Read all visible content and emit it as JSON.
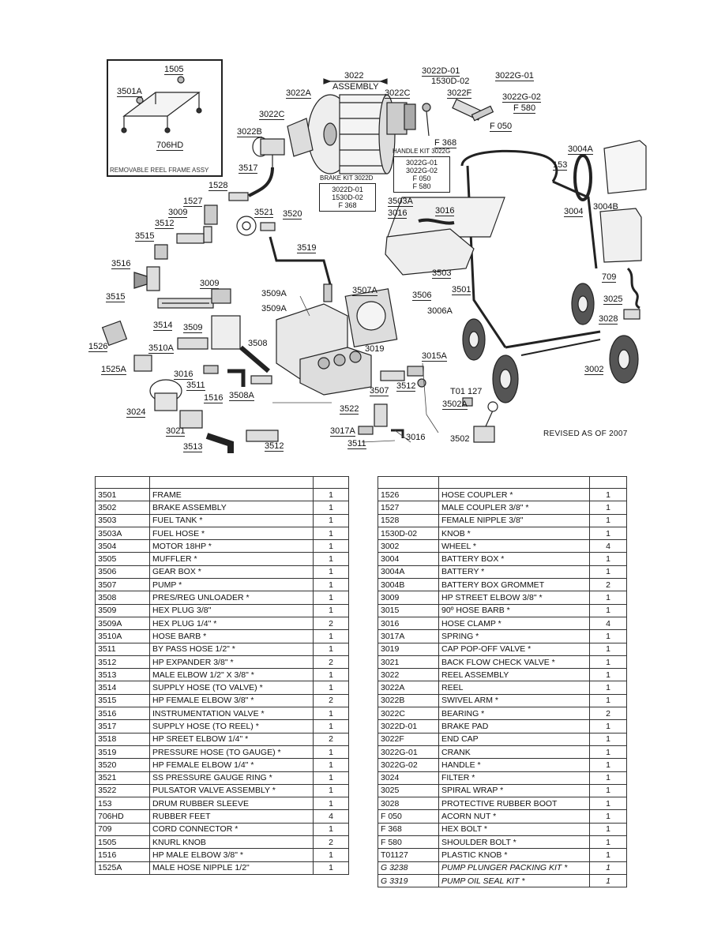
{
  "diagram": {
    "callouts": {
      "c1505": "1505",
      "c3501A": "3501A",
      "c706HD": "706HD",
      "c3022": "3022",
      "c3022asm": "ASSEMBLY",
      "c3022A": "3022A",
      "c3022C_top": "3022C",
      "c3022D01": "3022D-01",
      "c1530D02": "1530D-02",
      "c3022F": "3022F",
      "c3022G01": "3022G-01",
      "c3022G02": "3022G-02",
      "cF580": "F 580",
      "cF050": "F 050",
      "cF368": "F 368",
      "c3022C": "3022C",
      "c3022B": "3022B",
      "c3517": "3517",
      "c1528": "1528",
      "c1527": "1527",
      "c3009a": "3009",
      "c3512a": "3512",
      "c3515a": "3515",
      "c3521": "3521",
      "c3520": "3520",
      "c3519": "3519",
      "c3516": "3516",
      "c3503A": "3503A",
      "c3016a": "3016",
      "c3016b": "3016",
      "c3503": "3503",
      "c3004A": "3004A",
      "c153": "153",
      "c3004": "3004",
      "c3004B": "3004B",
      "c3009b": "3009",
      "c3509A1": "3509A",
      "c3509A2": "3509A",
      "c3507A": "3507A",
      "c3506": "3506",
      "c3006A": "3006A",
      "c3515b": "3515",
      "c3514": "3514",
      "c3509": "3509",
      "c3501": "3501",
      "c709": "709",
      "c3025": "3025",
      "c3028": "3028",
      "c1526": "1526",
      "c3510A": "3510A",
      "c3508": "3508",
      "c3019": "3019",
      "c3015A": "3015A",
      "c1525A": "1525A",
      "c3016c": "3016",
      "c3511a": "3511",
      "c1516": "1516",
      "c3508A": "3508A",
      "c3507": "3507",
      "c3512b": "3512",
      "c3002": "3002",
      "cT01127": "T01 127",
      "c3502A": "3502A",
      "c3024": "3024",
      "c3522": "3522",
      "c3017A": "3017A",
      "c3021": "3021",
      "c3016d": "3016",
      "c3511b": "3511",
      "c3513": "3513",
      "c3512c": "3512",
      "c3502": "3502"
    },
    "inset_caption": "REMOVABLE REEL FRAME ASSY",
    "handle_kit": {
      "title": "HANDLE KIT 3022G",
      "lines": [
        "3022G-01",
        "3022G-02",
        "F 050",
        "F 580"
      ]
    },
    "brake_kit": {
      "title": "BRAKE KIT 3022D",
      "lines": [
        "3022D-01",
        "1530D-02",
        "F 368"
      ]
    },
    "revised": "REVISED AS OF 2007"
  },
  "table_left": {
    "header": [
      "",
      "",
      ""
    ],
    "rows": [
      [
        "3501",
        "FRAME",
        "1"
      ],
      [
        "3502",
        "BRAKE ASSEMBLY",
        "1"
      ],
      [
        "3503",
        "FUEL TANK *",
        "1"
      ],
      [
        "3503A",
        "FUEL HOSE *",
        "1"
      ],
      [
        "3504",
        "MOTOR 18HP *",
        "1"
      ],
      [
        "3505",
        "MUFFLER *",
        "1"
      ],
      [
        "3506",
        "GEAR BOX *",
        "1"
      ],
      [
        "3507",
        "PUMP *",
        "1"
      ],
      [
        "3508",
        "PRES/REG UNLOADER *",
        "1"
      ],
      [
        "3509",
        "HEX PLUG 3/8\"",
        "1"
      ],
      [
        "3509A",
        "HEX PLUG 1/4\" *",
        "2"
      ],
      [
        "3510A",
        "HOSE BARB *",
        "1"
      ],
      [
        "3511",
        "BY PASS HOSE 1/2\" *",
        "1"
      ],
      [
        "3512",
        "HP EXPANDER 3/8\" *",
        "2"
      ],
      [
        "3513",
        "MALE ELBOW 1/2\" X 3/8\" *",
        "1"
      ],
      [
        "3514",
        "SUPPLY HOSE (TO VALVE) *",
        "1"
      ],
      [
        "3515",
        "HP FEMALE ELBOW 3/8\" *",
        "2"
      ],
      [
        "3516",
        "INSTRUMENTATION VALVE *",
        "1"
      ],
      [
        "3517",
        "SUPPLY HOSE (TO REEL) *",
        "1"
      ],
      [
        "3518",
        "HP SREET ELBOW 1/4\" *",
        "2"
      ],
      [
        "3519",
        "PRESSURE HOSE (TO GAUGE) *",
        "1"
      ],
      [
        "3520",
        "HP FEMALE ELBOW 1/4\" *",
        "1"
      ],
      [
        "3521",
        "SS PRESSURE GAUGE RING *",
        "1"
      ],
      [
        "3522",
        "PULSATOR VALVE ASSEMBLY *",
        "1"
      ],
      [
        "153",
        "DRUM RUBBER SLEEVE",
        "1"
      ],
      [
        "706HD",
        "RUBBER FEET",
        "4"
      ],
      [
        "709",
        "CORD CONNECTOR *",
        "1"
      ],
      [
        "1505",
        "KNURL KNOB",
        "2"
      ],
      [
        "1516",
        "HP MALE ELBOW 3/8\" *",
        "1"
      ],
      [
        "1525A",
        "MALE HOSE NIPPLE 1/2\"",
        "1"
      ]
    ]
  },
  "table_right": {
    "header": [
      "",
      "",
      ""
    ],
    "rows": [
      [
        "1526",
        "HOSE COUPLER *",
        "1"
      ],
      [
        "1527",
        "MALE COUPLER 3/8\" *",
        "1"
      ],
      [
        "1528",
        "FEMALE NIPPLE 3/8\"",
        "1"
      ],
      [
        "1530D-02",
        "KNOB *",
        "1"
      ],
      [
        "3002",
        "WHEEL *",
        "4"
      ],
      [
        "3004",
        "BATTERY BOX *",
        "1"
      ],
      [
        "3004A",
        "BATTERY *",
        "1"
      ],
      [
        "3004B",
        "BATTERY BOX GROMMET",
        "2"
      ],
      [
        "3009",
        "HP STREET ELBOW 3/8\" *",
        "1"
      ],
      [
        "3015",
        "90º HOSE BARB *",
        "1"
      ],
      [
        "3016",
        "HOSE CLAMP *",
        "4"
      ],
      [
        "3017A",
        "SPRING *",
        "1"
      ],
      [
        "3019",
        "CAP POP-OFF VALVE *",
        "1"
      ],
      [
        "3021",
        "BACK FLOW CHECK VALVE *",
        "1"
      ],
      [
        "3022",
        "REEL ASSEMBLY",
        "1"
      ],
      [
        "3022A",
        "REEL",
        "1"
      ],
      [
        "3022B",
        "SWIVEL ARM *",
        "1"
      ],
      [
        "3022C",
        "BEARING *",
        "2"
      ],
      [
        "3022D-01",
        "BRAKE PAD",
        "1"
      ],
      [
        "3022F",
        "END CAP",
        "1"
      ],
      [
        "3022G-01",
        "CRANK",
        "1"
      ],
      [
        "3022G-02",
        "HANDLE *",
        "1"
      ],
      [
        "3024",
        "FILTER *",
        "1"
      ],
      [
        "3025",
        "SPIRAL WRAP *",
        "1"
      ],
      [
        "3028",
        "PROTECTIVE RUBBER BOOT",
        "1"
      ],
      [
        "F 050",
        "ACORN NUT *",
        "1"
      ],
      [
        "F 368",
        "HEX BOLT *",
        "1"
      ],
      [
        "F 580",
        "SHOULDER BOLT *",
        "1"
      ],
      [
        "T01127",
        "PLASTIC KNOB *",
        "1"
      ],
      [
        "G 3238",
        "PUMP PLUNGER PACKING KIT *",
        "1"
      ],
      [
        "G 3319",
        "PUMP OIL SEAL KIT *",
        "1"
      ]
    ],
    "italic_from": 29
  }
}
